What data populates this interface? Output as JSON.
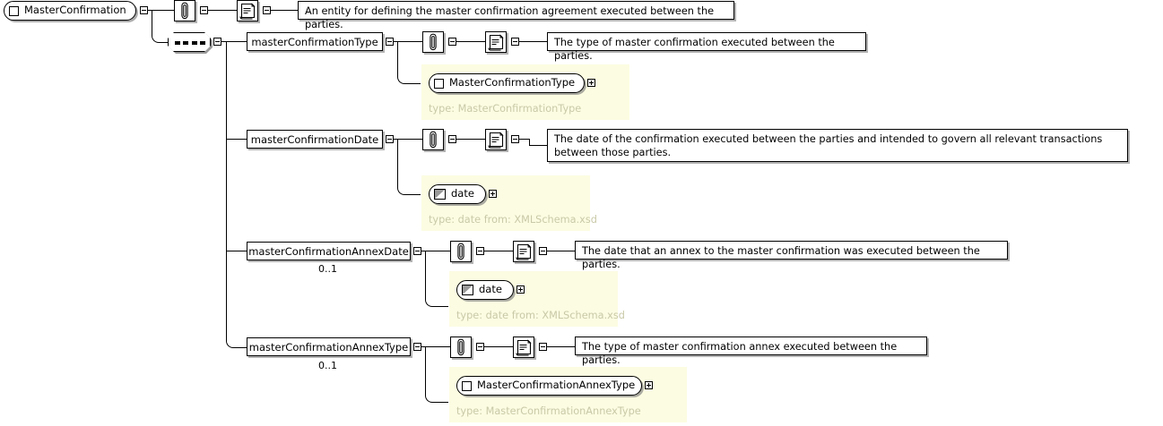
{
  "diagram": {
    "kind": "xsd-schema-diagram",
    "root": {
      "name": "MasterConfirmation",
      "icon": "complex-element-icon",
      "toggle": "minus",
      "annotation_icon": "paperclip-icon",
      "documentation_icon": "scroll-icon",
      "documentation": "An entity for defining the master confirmation agreement executed between the parties.",
      "compositor": "sequence"
    },
    "children": [
      {
        "name": "masterConfirmationType",
        "cardinality": "",
        "toggle": "minus",
        "annotation_icon": "paperclip-icon",
        "documentation_icon": "scroll-icon",
        "documentation": "The type of master confirmation executed between the parties.",
        "type_node_label": "MasterConfirmationType",
        "type_node_icon": "complex-element-icon",
        "type_node_toggle": "plus",
        "type_caption": "type: MasterConfirmationType"
      },
      {
        "name": "masterConfirmationDate",
        "cardinality": "",
        "toggle": "minus",
        "annotation_icon": "paperclip-icon",
        "documentation_icon": "scroll-icon",
        "documentation": "The date of the confirmation executed between the parties and intended to govern all relevant transactions between those parties.",
        "type_node_label": "date",
        "type_node_icon": "simple-type-icon",
        "type_node_toggle": "plus",
        "type_caption": "type: date from: XMLSchema.xsd"
      },
      {
        "name": "masterConfirmationAnnexDate",
        "cardinality": "0..1",
        "toggle": "minus",
        "annotation_icon": "paperclip-icon",
        "documentation_icon": "scroll-icon",
        "documentation": "The date that an annex to the master confirmation was executed between the parties.",
        "type_node_label": "date",
        "type_node_icon": "simple-type-icon",
        "type_node_toggle": "plus",
        "type_caption": "type: date from: XMLSchema.xsd"
      },
      {
        "name": "masterConfirmationAnnexType",
        "cardinality": "0..1",
        "toggle": "minus",
        "annotation_icon": "paperclip-icon",
        "documentation_icon": "scroll-icon",
        "documentation": "The type of master confirmation annex executed between the parties.",
        "type_node_label": "MasterConfirmationAnnexType",
        "type_node_icon": "complex-element-icon",
        "type_node_toggle": "plus",
        "type_caption": "type: MasterConfirmationAnnexType"
      }
    ],
    "colors": {
      "background": "#ffffff",
      "line": "#000000",
      "node_fill": "#ffffff",
      "type_panel_fill": "#fcfce2",
      "type_caption": "#c9c9a8",
      "shadow": "#9a9a9a"
    }
  }
}
